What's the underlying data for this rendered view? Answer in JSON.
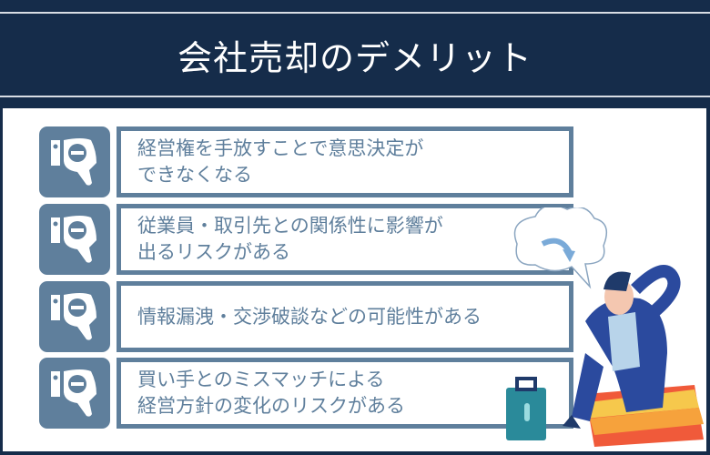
{
  "title": "会社売却のデメリット",
  "items": [
    {
      "icon": "thumbs-down-icon",
      "text": "経営権を手放すことで意思決定が\nできなくなる"
    },
    {
      "icon": "thumbs-down-icon",
      "text": "従業員・取引先との関係性に影響が\n出るリスクがある"
    },
    {
      "icon": "thumbs-down-icon",
      "text": "情報漏洩・交渉破談などの可能性がある"
    },
    {
      "icon": "thumbs-down-icon",
      "text": "買い手とのミスマッチによる\n経営方針の変化のリスクがある"
    }
  ],
  "colors": {
    "navy": "#152c4a",
    "accent": "#5f7f9c"
  }
}
